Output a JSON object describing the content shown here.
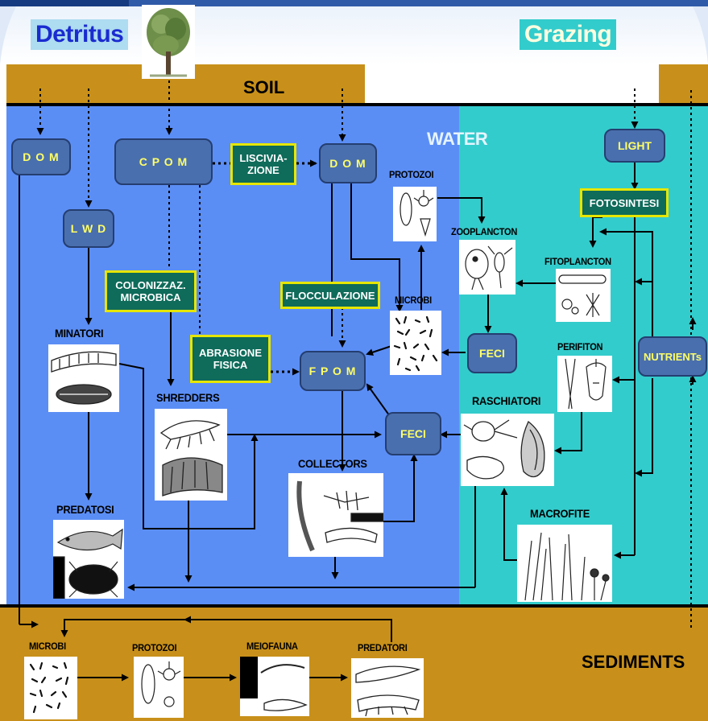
{
  "headers": {
    "detritus": "Detritus",
    "grazing": "Grazing"
  },
  "zones": {
    "soil": "SOIL",
    "water": "WATER",
    "sediments": "SEDIMENTS"
  },
  "nodes": {
    "dom_left": "D O M",
    "cpom": "C P O M",
    "dom_mid": "D O M",
    "lwd": "L W D",
    "fpom": "F P O M",
    "light": "LIGHT",
    "feci_mid": "FECI",
    "feci_right": "FECI",
    "nutrients": "NUTRIENTs"
  },
  "processes": {
    "lisciviazione_1": "LISCIVIA-",
    "lisciviazione_2": "ZIONE",
    "colonizz_1": "COLONIZZAZ.",
    "colonizz_2": "MICROBICA",
    "flocculazione": "FLOCCULAZIONE",
    "abrasione_1": "ABRASIONE",
    "abrasione_2": "FISICA",
    "fotosintesi": "FOTOSINTESI"
  },
  "organisms": {
    "protozoi": "PROTOZOI",
    "zooplancton": "ZOOPLANCTON",
    "fitoplancton": "FITOPLANCTON",
    "microbi": "MICROBI",
    "minatori": "MINATORI",
    "perifiton": "PERIFITON",
    "shredders": "SHREDDERS",
    "raschiatori": "RASCHIATORI",
    "collectors": "COLLECTORS",
    "predatosi": "PREDATOSI",
    "macrofite": "MACROFITE",
    "sed_microbi": "MICROBI",
    "sed_protozoi": "PROTOZOI",
    "sed_meiofauna": "MEIOFAUNA",
    "sed_predatori": "PREDATORI"
  },
  "colors": {
    "water_detritus": "#5b8ef5",
    "water_grazing": "#33cccc",
    "soil": "#c8901a",
    "node_fill": "#4a6fae",
    "node_text": "#ffff66",
    "process_fill": "#0f6b5a",
    "process_border": "#e6e600"
  }
}
